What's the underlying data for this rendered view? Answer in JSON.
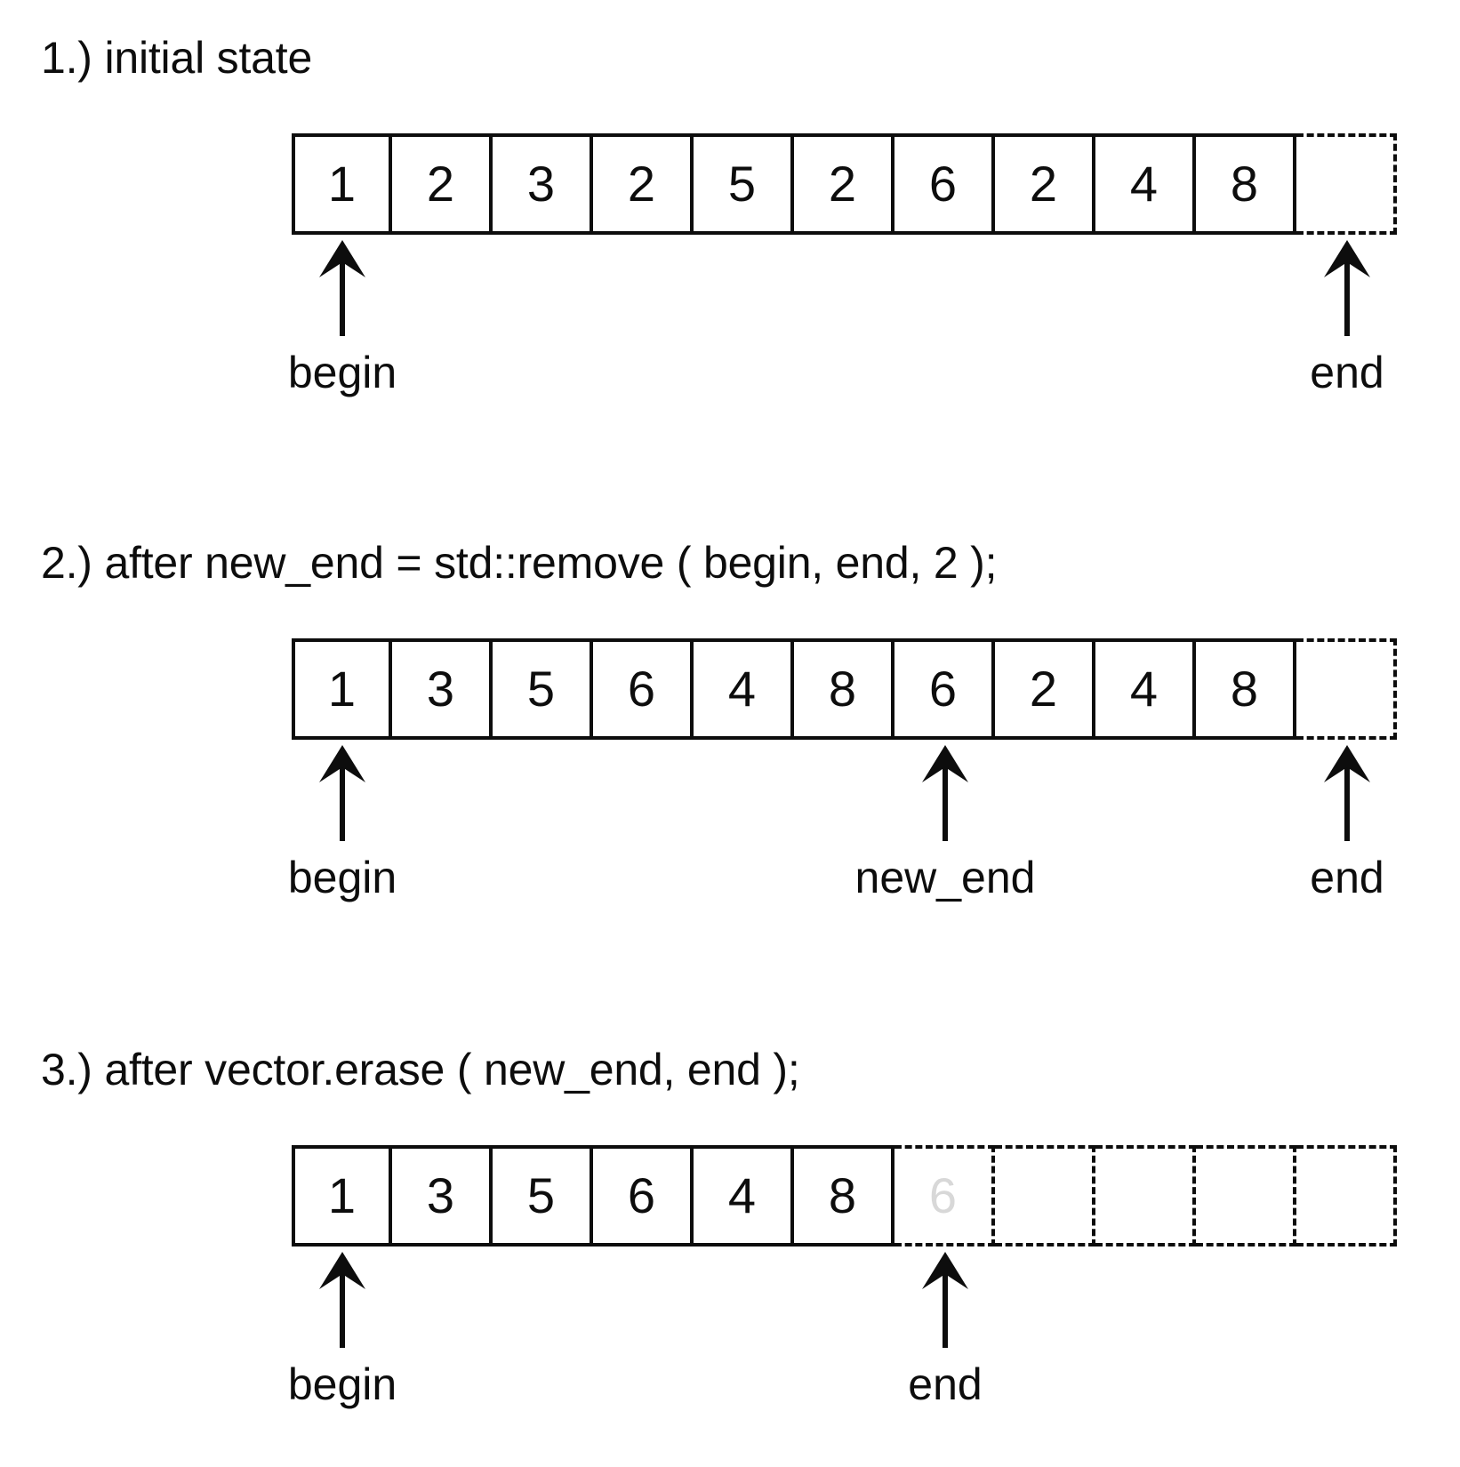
{
  "diagram": {
    "title_prefix": "",
    "steps": [
      {
        "id": "step-1",
        "title": "1.) initial state",
        "cells": [
          {
            "value": "1",
            "style": "solid"
          },
          {
            "value": "2",
            "style": "solid"
          },
          {
            "value": "3",
            "style": "solid"
          },
          {
            "value": "2",
            "style": "solid"
          },
          {
            "value": "5",
            "style": "solid"
          },
          {
            "value": "2",
            "style": "solid"
          },
          {
            "value": "6",
            "style": "solid"
          },
          {
            "value": "2",
            "style": "solid"
          },
          {
            "value": "4",
            "style": "solid"
          },
          {
            "value": "8",
            "style": "solid"
          },
          {
            "value": "",
            "style": "dashed"
          }
        ],
        "pointers": [
          {
            "label": "begin",
            "cell_index": 0
          },
          {
            "label": "end",
            "cell_index": 10
          }
        ]
      },
      {
        "id": "step-2",
        "title": "2.) after new_end = std::remove ( begin, end, 2 );",
        "cells": [
          {
            "value": "1",
            "style": "solid"
          },
          {
            "value": "3",
            "style": "solid"
          },
          {
            "value": "5",
            "style": "solid"
          },
          {
            "value": "6",
            "style": "solid"
          },
          {
            "value": "4",
            "style": "solid"
          },
          {
            "value": "8",
            "style": "solid"
          },
          {
            "value": "6",
            "style": "solid"
          },
          {
            "value": "2",
            "style": "solid"
          },
          {
            "value": "4",
            "style": "solid"
          },
          {
            "value": "8",
            "style": "solid"
          },
          {
            "value": "",
            "style": "dashed"
          }
        ],
        "pointers": [
          {
            "label": "begin",
            "cell_index": 0
          },
          {
            "label": "new_end",
            "cell_index": 6
          },
          {
            "label": "end",
            "cell_index": 10
          }
        ]
      },
      {
        "id": "step-3",
        "title": "3.) after vector.erase ( new_end, end );",
        "cells": [
          {
            "value": "1",
            "style": "solid"
          },
          {
            "value": "3",
            "style": "solid"
          },
          {
            "value": "5",
            "style": "solid"
          },
          {
            "value": "6",
            "style": "solid"
          },
          {
            "value": "4",
            "style": "solid"
          },
          {
            "value": "8",
            "style": "solid"
          },
          {
            "value": "6",
            "style": "ghost"
          },
          {
            "value": "",
            "style": "dashed"
          },
          {
            "value": "",
            "style": "dashed"
          },
          {
            "value": "",
            "style": "dashed"
          },
          {
            "value": "",
            "style": "dashed"
          }
        ],
        "pointers": [
          {
            "label": "begin",
            "cell_index": 0
          },
          {
            "label": "end",
            "cell_index": 6
          }
        ]
      }
    ],
    "colors": {
      "ink": "#0d0d0d",
      "ghost": "#d8d8d8",
      "background": "#ffffff"
    }
  }
}
